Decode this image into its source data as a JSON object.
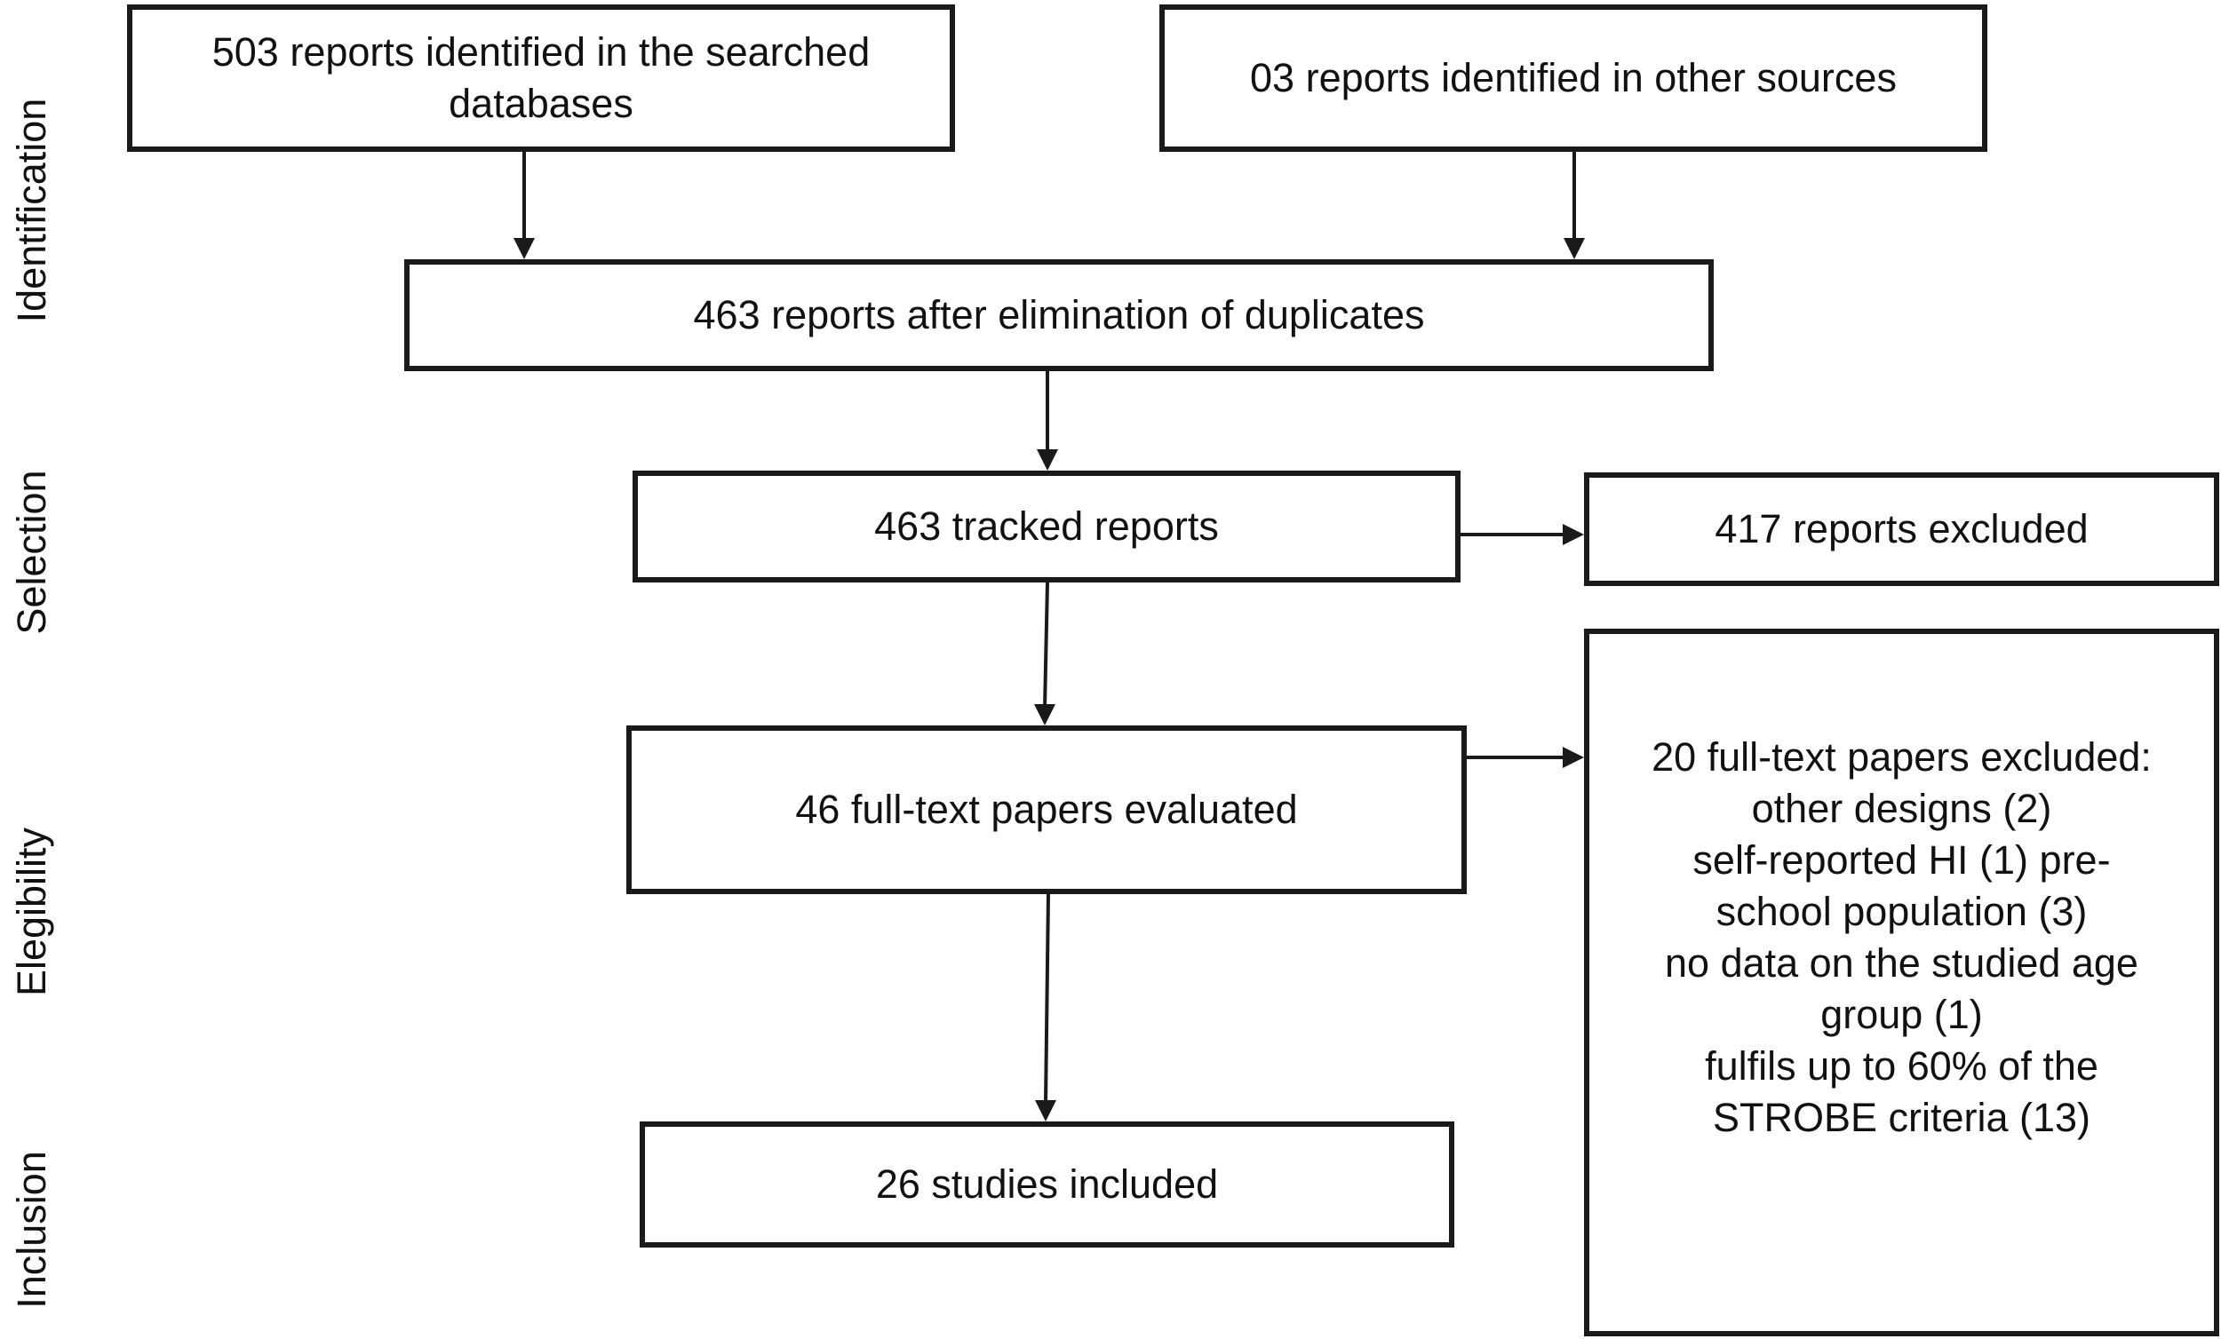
{
  "stages": {
    "identification": "Identification",
    "selection": "Selection",
    "eligibility": "Elegibility",
    "inclusion": "Inclusion"
  },
  "boxes": {
    "databases": [
      "503 reports identified in the searched",
      "databases"
    ],
    "other_sources": "03 reports identified in other sources",
    "after_duplicates": "463 reports after elimination of duplicates",
    "tracked": "463 tracked reports",
    "excluded": "417 reports excluded",
    "full_text": "46 full-text papers evaluated",
    "full_text_excluded": [
      "20 full-text papers excluded:",
      "other designs (2)",
      "self-reported HI (1) pre-",
      "school population (3)",
      "no data on the studied age",
      "group (1)",
      "fulfils up to 60% of the",
      "STROBE criteria (13)"
    ],
    "included": "26 studies included"
  }
}
